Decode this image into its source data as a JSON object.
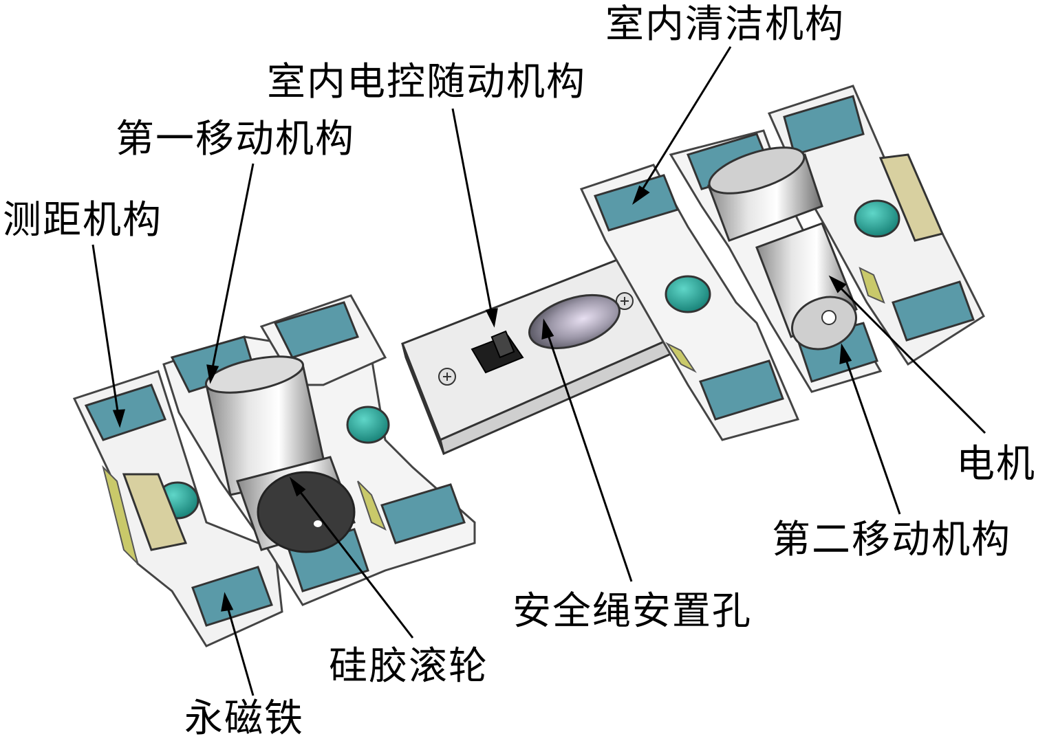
{
  "labels": {
    "indoor_cleaning": "室内清洁机构",
    "indoor_servo": "室内电控随动机构",
    "first_moving": "第一移动机构",
    "ranging": "测距机构",
    "motor": "电机",
    "second_moving": "第二移动机构",
    "safety_rope_hole": "安全绳安置孔",
    "silicone_roller": "硅胶滚轮",
    "permanent_magnet": "永磁铁"
  },
  "colors": {
    "module_plate": "#f4f4f4",
    "magnet_pad": "#5a9aa8",
    "teal_button": "#22a89a",
    "metal_roller": "#b8b8b8",
    "yellow_edge": "#c9c96a",
    "housing": "#ececec",
    "leader_line": "#000000"
  }
}
